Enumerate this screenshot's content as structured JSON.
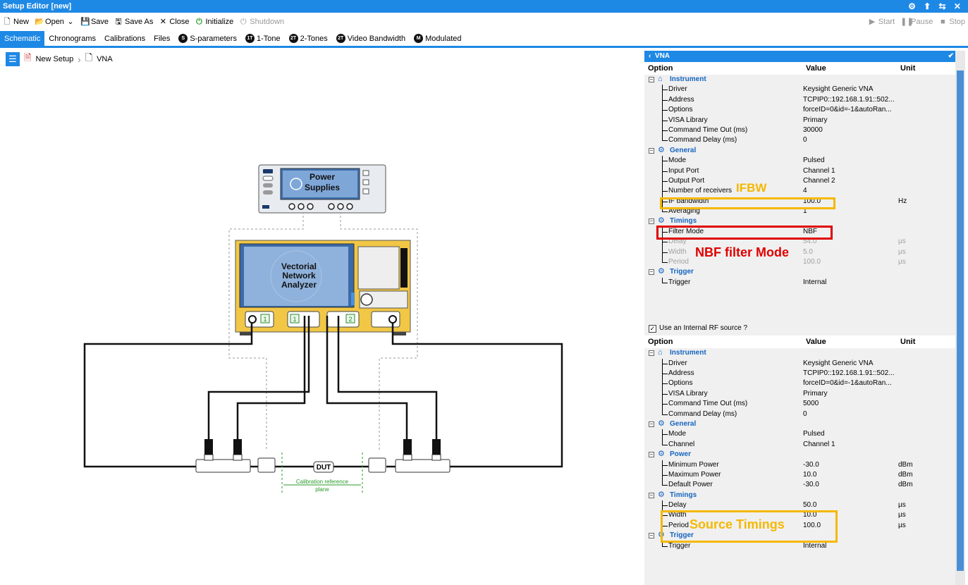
{
  "window": {
    "title": "Setup Editor [new]",
    "controls": "⚙ ⬆ ⇆ ✕"
  },
  "toolbar": {
    "new": "New",
    "open": "Open",
    "save": "Save",
    "save_as": "Save As",
    "close": "Close",
    "initialize": "Initialize",
    "shutdown": "Shutdown",
    "start": "Start",
    "pause": "Pause",
    "stop": "Stop"
  },
  "tabs": [
    {
      "label": "Schematic",
      "badge": ""
    },
    {
      "label": "Chronograms",
      "badge": ""
    },
    {
      "label": "Calibrations",
      "badge": ""
    },
    {
      "label": "Files",
      "badge": ""
    },
    {
      "label": "S-parameters",
      "badge": "S"
    },
    {
      "label": "1-Tone",
      "badge": "1T"
    },
    {
      "label": "2-Tones",
      "badge": "2T"
    },
    {
      "label": "Video Bandwidth",
      "badge": "2T"
    },
    {
      "label": "Modulated",
      "badge": "M"
    }
  ],
  "breadcrumb": {
    "root": "New Setup",
    "current": "VNA"
  },
  "schematic": {
    "power_supplies_line1": "Power",
    "power_supplies_line2": "Supplies",
    "vna_line1": "Vectorial",
    "vna_line2": "Network",
    "vna_line3": "Analyzer",
    "port1": "1",
    "port1b": "1",
    "port2": "2",
    "dut": "DUT",
    "cal_ref_line1": "Calibration reference",
    "cal_ref_line2": "plane"
  },
  "panel": {
    "title": "VNA",
    "col_option": "Option",
    "col_value": "Value",
    "col_unit": "Unit",
    "grid1": {
      "groups": [
        {
          "name": "Instrument",
          "icon": "instrument-icon",
          "rows": [
            {
              "o": "Driver",
              "v": "Keysight Generic VNA",
              "u": ""
            },
            {
              "o": "Address",
              "v": "TCPIP0::192.168.1.91::502...",
              "u": ""
            },
            {
              "o": "Options",
              "v": "forceID=0&id=-1&autoRan...",
              "u": ""
            },
            {
              "o": "VISA Library",
              "v": "Primary",
              "u": ""
            },
            {
              "o": "Command Time Out (ms)",
              "v": "30000",
              "u": ""
            },
            {
              "o": "Command Delay (ms)",
              "v": "0",
              "u": ""
            }
          ]
        },
        {
          "name": "General",
          "icon": "gear-icon",
          "rows": [
            {
              "o": "Mode",
              "v": "Pulsed",
              "u": ""
            },
            {
              "o": "Input Port",
              "v": "Channel 1",
              "u": ""
            },
            {
              "o": "Output Port",
              "v": "Channel 2",
              "u": ""
            },
            {
              "o": "Number of receivers",
              "v": "4",
              "u": ""
            },
            {
              "o": "IF bandwidth",
              "v": "100.0",
              "u": "Hz"
            },
            {
              "o": "Averaging",
              "v": "1",
              "u": ""
            }
          ]
        },
        {
          "name": "Timings",
          "icon": "gear-icon",
          "rows": [
            {
              "o": "Filter Mode",
              "v": "NBF",
              "u": ""
            },
            {
              "o": "Delay",
              "v": "54.0",
              "u": "µs",
              "dis": true
            },
            {
              "o": "Width",
              "v": "5.0",
              "u": "µs",
              "dis": true
            },
            {
              "o": "Period",
              "v": "100.0",
              "u": "µs",
              "dis": true
            }
          ]
        },
        {
          "name": "Trigger",
          "icon": "gear-icon",
          "rows": [
            {
              "o": "Trigger",
              "v": "Internal",
              "u": ""
            }
          ]
        }
      ]
    },
    "internal_rf_label": "Use an Internal RF source ?",
    "internal_rf_checked": "✓",
    "grid2": {
      "groups": [
        {
          "name": "Instrument",
          "icon": "instrument-icon",
          "rows": [
            {
              "o": "Driver",
              "v": "Keysight Generic VNA",
              "u": ""
            },
            {
              "o": "Address",
              "v": "TCPIP0::192.168.1.91::502...",
              "u": ""
            },
            {
              "o": "Options",
              "v": "forceID=0&id=-1&autoRan...",
              "u": ""
            },
            {
              "o": "VISA Library",
              "v": "Primary",
              "u": ""
            },
            {
              "o": "Command Time Out (ms)",
              "v": "5000",
              "u": ""
            },
            {
              "o": "Command Delay (ms)",
              "v": "0",
              "u": ""
            }
          ]
        },
        {
          "name": "General",
          "icon": "gear-icon",
          "rows": [
            {
              "o": "Mode",
              "v": "Pulsed",
              "u": ""
            },
            {
              "o": "Channel",
              "v": "Channel 1",
              "u": ""
            }
          ]
        },
        {
          "name": "Power",
          "icon": "gear-icon",
          "rows": [
            {
              "o": "Minimum Power",
              "v": "-30.0",
              "u": "dBm"
            },
            {
              "o": "Maximum Power",
              "v": "10.0",
              "u": "dBm"
            },
            {
              "o": "Default Power",
              "v": "-30.0",
              "u": "dBm"
            }
          ]
        },
        {
          "name": "Timings",
          "icon": "gear-icon",
          "rows": [
            {
              "o": "Delay",
              "v": "50.0",
              "u": "µs"
            },
            {
              "o": "Width",
              "v": "10.0",
              "u": "µs"
            },
            {
              "o": "Period",
              "v": "100.0",
              "u": "µs"
            }
          ]
        },
        {
          "name": "Trigger",
          "icon": "gear-icon",
          "rows": [
            {
              "o": "Trigger",
              "v": "Internal",
              "u": ""
            }
          ]
        }
      ]
    }
  },
  "annotations": {
    "ifbw": "IFBW",
    "nbf": "NBF filter Mode",
    "source_timings": "Source Timings",
    "ifbw_color": "#f5b800",
    "nbf_color": "#e00000"
  }
}
